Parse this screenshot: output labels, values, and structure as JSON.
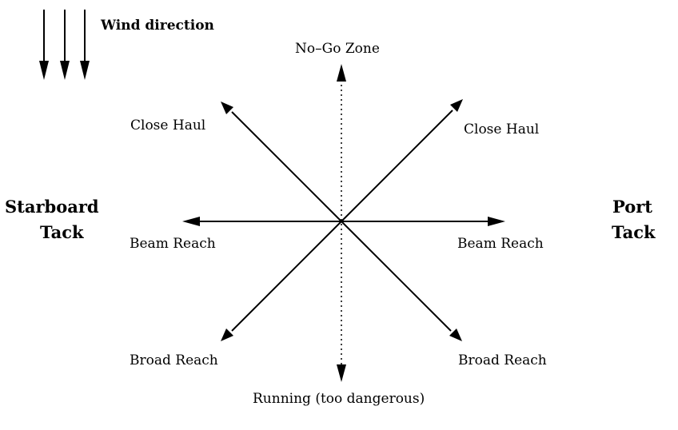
{
  "diagram": {
    "wind_label": "Wind direction",
    "top_label": "No–Go Zone",
    "bottom_label": "Running (too dangerous)",
    "left_tack": {
      "line1": "Starboard",
      "line2": "Tack"
    },
    "right_tack": {
      "line1": "Port",
      "line2": "Tack"
    },
    "points_of_sail": {
      "close_haul_left": "Close Haul",
      "close_haul_right": "Close Haul",
      "beam_reach_left": "Beam Reach",
      "beam_reach_right": "Beam Reach",
      "broad_reach_left": "Broad Reach",
      "broad_reach_right": "Broad Reach"
    },
    "colors": {
      "ink": "#000000",
      "background": "#ffffff"
    }
  }
}
